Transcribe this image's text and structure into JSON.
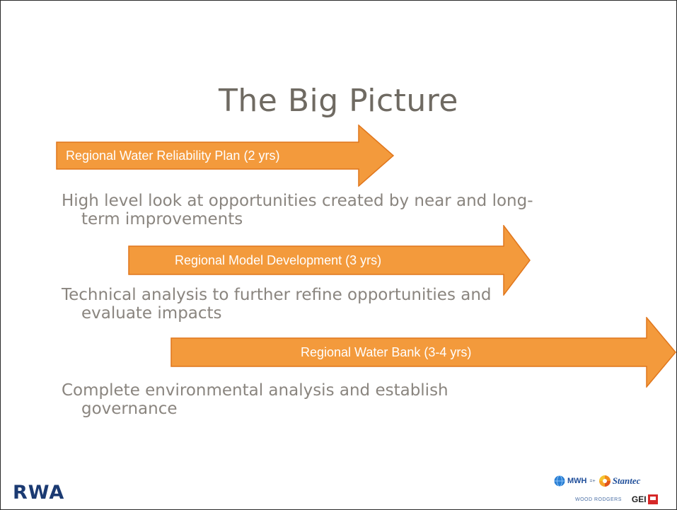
{
  "slide": {
    "title": "The Big Picture",
    "arrows": [
      {
        "label": "Regional Water Reliability Plan (2 yrs)"
      },
      {
        "label": "Regional Model Development (3 yrs)"
      },
      {
        "label": "Regional Water Bank (3-4 yrs)"
      }
    ],
    "paragraphs": [
      {
        "line1": "High level look at opportunities created by near and long-",
        "line2": "term improvements"
      },
      {
        "line1": "Technical analysis to further refine opportunities and",
        "line2": "evaluate impacts"
      },
      {
        "line1": "Complete environmental analysis and establish",
        "line2": "governance"
      }
    ],
    "colors": {
      "arrow_fill": "#F39A3C",
      "arrow_stroke": "#E0761C",
      "title": "#6F6A62",
      "body": "#8A857F",
      "logo": "#1B3A72"
    }
  },
  "logos": {
    "left": "RWA",
    "partners": {
      "mwh": "MWH",
      "small": "=+",
      "stantec": "Stantec",
      "wood_rodgers": "WOOD RODGERS",
      "gei": "GEI"
    }
  }
}
